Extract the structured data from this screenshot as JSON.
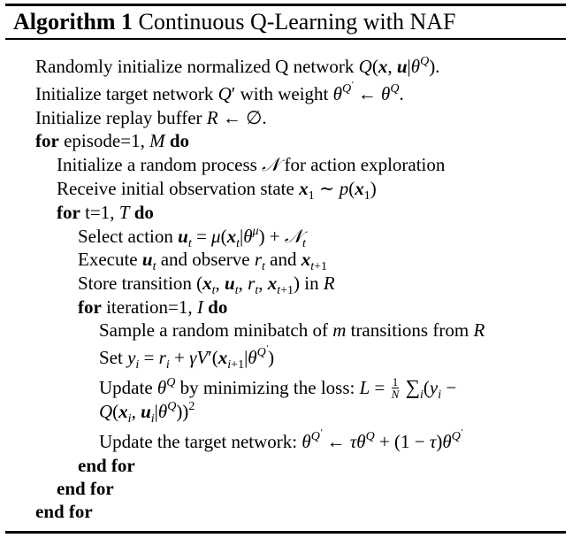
{
  "algorithm": {
    "label": "Algorithm 1",
    "title": "Continuous Q-Learning with NAF"
  },
  "steps": {
    "s1": "Randomly initialize normalized Q network",
    "s2a": "Initialize target network",
    "s2b": "with weight",
    "s3": "Initialize replay buffer",
    "s4_kw": "for",
    "s4": "episode=1,",
    "do": "do",
    "s5a": "Initialize a random process",
    "s5b": "for action exploration",
    "s6": "Receive initial observation state",
    "s7_kw": "for",
    "s7": "t=1,",
    "s8": "Select action",
    "s9a": "Execute",
    "s9b": "and observe",
    "s9c": "and",
    "s10a": "Store transition",
    "s10b": "in",
    "s11_kw": "for",
    "s11": "iteration=1,",
    "s12a": "Sample a random minibatch of",
    "s12b": "transitions from",
    "s13": "Set",
    "s14a": "Update",
    "s14b": "by minimizing the loss:",
    "s16": "Update the target network:",
    "end_for": "end for"
  }
}
